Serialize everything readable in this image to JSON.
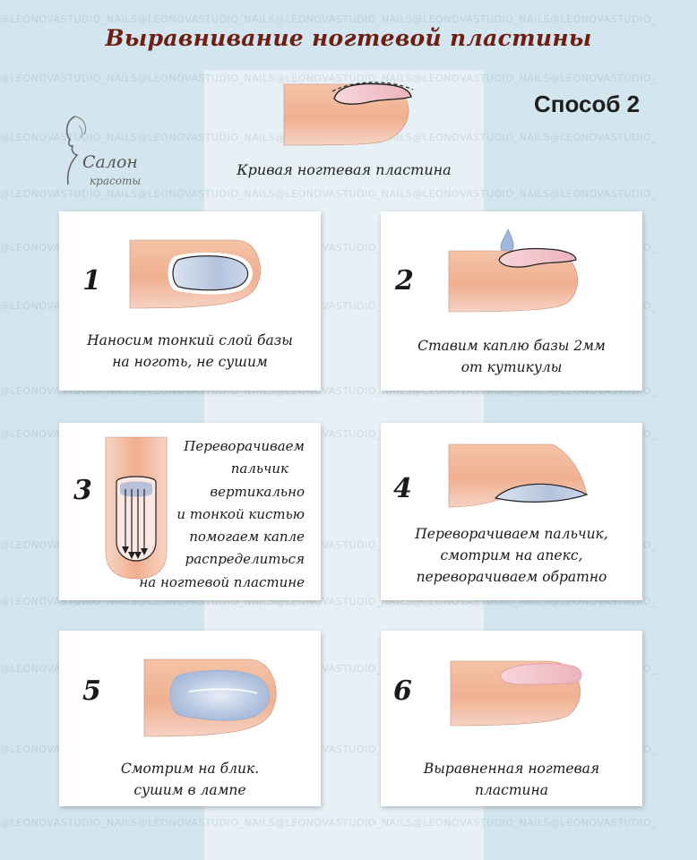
{
  "title": "Выравнивание ногтевой пластины",
  "method_label": "Способ 2",
  "top_caption": "Кривая ногтевая пластина",
  "logo": {
    "line1": "Салон",
    "line2": "красоты"
  },
  "watermark_text": "@LEONOVASTUDIO_NAILS@LEONOVASTUDIO_NAILS@LEONOVASTUDIO_NAILS@LEONOVASTUDIO_NAILS@LEONOVASTUDIO_",
  "colors": {
    "title": "#6e1e12",
    "skin": "#f2b99c",
    "plate_blue": "#b7c9e2",
    "plate_pink": "#f0bdc5",
    "background": "#d3e5ee"
  },
  "steps": [
    {
      "number": "1",
      "lines": [
        "Наносим тонкий слой базы",
        "на ноготь, не сушим"
      ]
    },
    {
      "number": "2",
      "lines": [
        "Ставим каплю базы 2мм",
        "от кутикулы"
      ]
    },
    {
      "number": "3",
      "lines": [
        "Переворачиваем",
        "пальчик",
        "вертикально",
        "и тонкой кистью",
        "помогаем капле",
        "распределиться",
        "на ногтевой пластине"
      ]
    },
    {
      "number": "4",
      "lines": [
        "Переворачиваем пальчик,",
        "смотрим на апекс,",
        "переворачиваем обратно"
      ]
    },
    {
      "number": "5",
      "lines": [
        "Смотрим на блик.",
        "сушим в лампе"
      ]
    },
    {
      "number": "6",
      "lines": [
        "Выравненная ногтевая",
        "пластина"
      ]
    }
  ]
}
